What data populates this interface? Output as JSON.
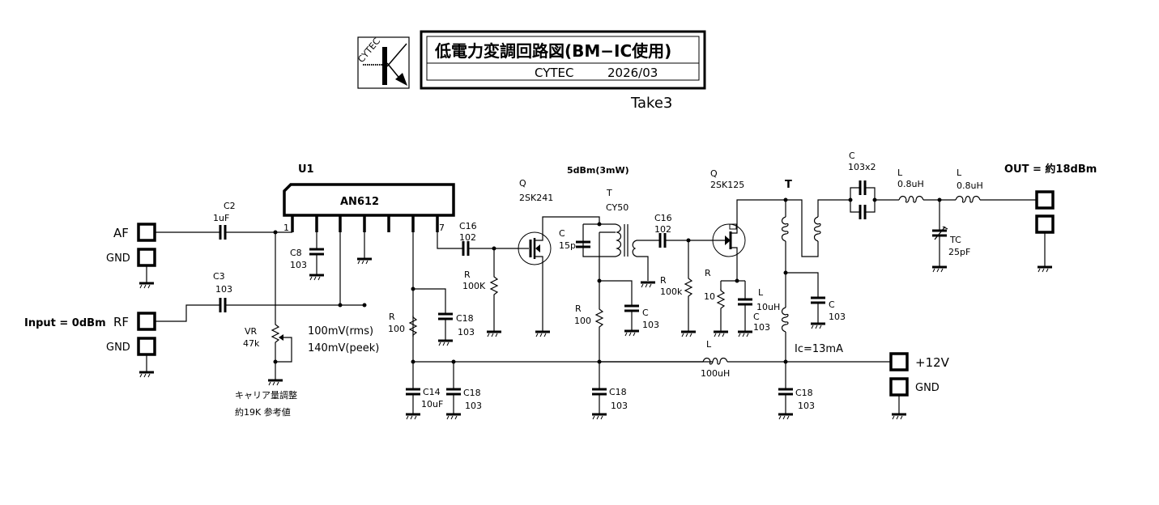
{
  "title_block": {
    "logo_text": "CYTEC",
    "title": "低電力変調回路図(BM−IC使用)",
    "subtitle_company": "CYTEC",
    "subtitle_date": "2026/03",
    "revision": "Take3"
  },
  "terminals": {
    "af": "AF",
    "af_gnd": "GND",
    "rf": "RF",
    "rf_gnd": "GND",
    "input_note": "Input = 0dBm",
    "vcc": "+12V",
    "vcc_gnd": "GND",
    "out_note": "OUT = 約18dBm"
  },
  "ic": {
    "ref": "U1",
    "part": "AN612",
    "pin_first": "1",
    "pin_last": "7"
  },
  "components": {
    "c2": {
      "ref": "C2",
      "value": "1uF"
    },
    "c3": {
      "ref": "C3",
      "value": "103"
    },
    "c8": {
      "ref": "C8",
      "value": "103"
    },
    "vr": {
      "ref": "VR",
      "value": "47k"
    },
    "c16a": {
      "ref": "C16",
      "value": "102"
    },
    "r_gate1": {
      "ref": "R",
      "value": "100K"
    },
    "q1": {
      "ref": "Q",
      "value": "2SK241"
    },
    "c_tune": {
      "ref": "C",
      "value": "15p"
    },
    "t1": {
      "ref": "T",
      "value": "CY50"
    },
    "r_dec1": {
      "ref": "R",
      "value": "100"
    },
    "c18a": {
      "ref": "C18",
      "value": "103"
    },
    "c14": {
      "ref": "C14",
      "value": "10uF"
    },
    "c18b": {
      "ref": "C18",
      "value": "103"
    },
    "r_dec2": {
      "ref": "R",
      "value": "100"
    },
    "c_dec2": {
      "ref": "C",
      "value": "103"
    },
    "c18c": {
      "ref": "C18",
      "value": "103"
    },
    "c16b": {
      "ref": "C16",
      "value": "102"
    },
    "r_gate2": {
      "ref": "R",
      "value": "100k"
    },
    "q2": {
      "ref": "Q",
      "value": "2SK125"
    },
    "r_src": {
      "ref": "R",
      "value": "10"
    },
    "l_src": {
      "ref": "L",
      "value": "10uH"
    },
    "c_src": {
      "ref": "C",
      "value": "103"
    },
    "t2": {
      "ref": "T"
    },
    "c_byp": {
      "ref": "C",
      "value": "103"
    },
    "l_choke": {
      "ref": "L",
      "value": "100uH"
    },
    "c18d": {
      "ref": "C18",
      "value": "103"
    },
    "c_out": {
      "ref": "C",
      "value": "103x2"
    },
    "l1": {
      "ref": "L",
      "value": "0.8uH"
    },
    "l2": {
      "ref": "L",
      "value": "0.8uH"
    },
    "tc": {
      "ref": "TC",
      "value": "25pF"
    }
  },
  "notes": {
    "af_level_rms": "100mV(rms)",
    "af_level_peak": "140mV(peek)",
    "carrier_adj": "キャリア量調整",
    "carrier_ref": "約19K  参考値",
    "stage1_power": "5dBm(3mW)",
    "ic_current": "Ic=13mA"
  }
}
